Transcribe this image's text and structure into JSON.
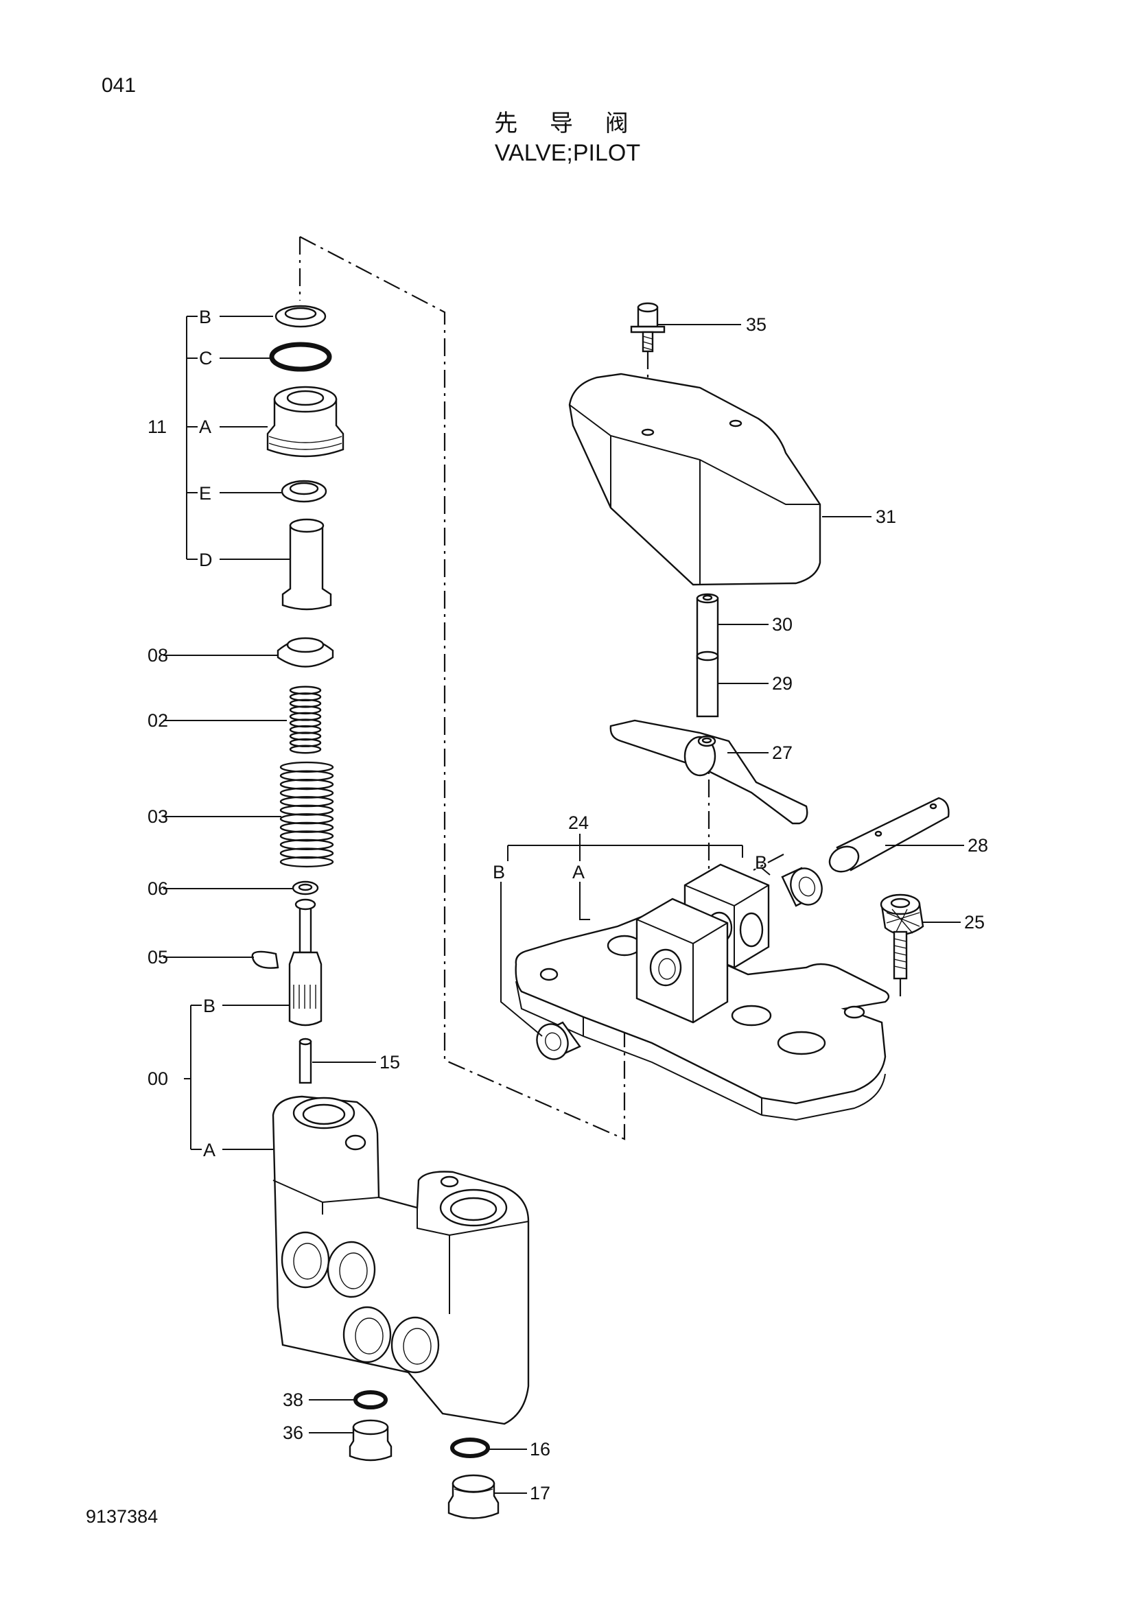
{
  "header": {
    "page_number": "041",
    "title_zh": "先 导 阀",
    "title_en": "VALVE;PILOT"
  },
  "footer": {
    "drawing_number": "9137384"
  },
  "callouts": {
    "c11": "11",
    "c11B": "B",
    "c11C": "C",
    "c11A": "A",
    "c11E": "E",
    "c11D": "D",
    "c08": "08",
    "c02": "02",
    "c03": "03",
    "c06": "06",
    "c05": "05",
    "c00": "00",
    "c00B": "B",
    "c00A": "A",
    "c15": "15",
    "c38": "38",
    "c36": "36",
    "c16": "16",
    "c17": "17",
    "c35": "35",
    "c31": "31",
    "c30": "30",
    "c29": "29",
    "c27": "27",
    "c28": "28",
    "c24": "24",
    "c24A": "A",
    "c24Bl": "B",
    "c24Br": "B",
    "c25": "25"
  }
}
